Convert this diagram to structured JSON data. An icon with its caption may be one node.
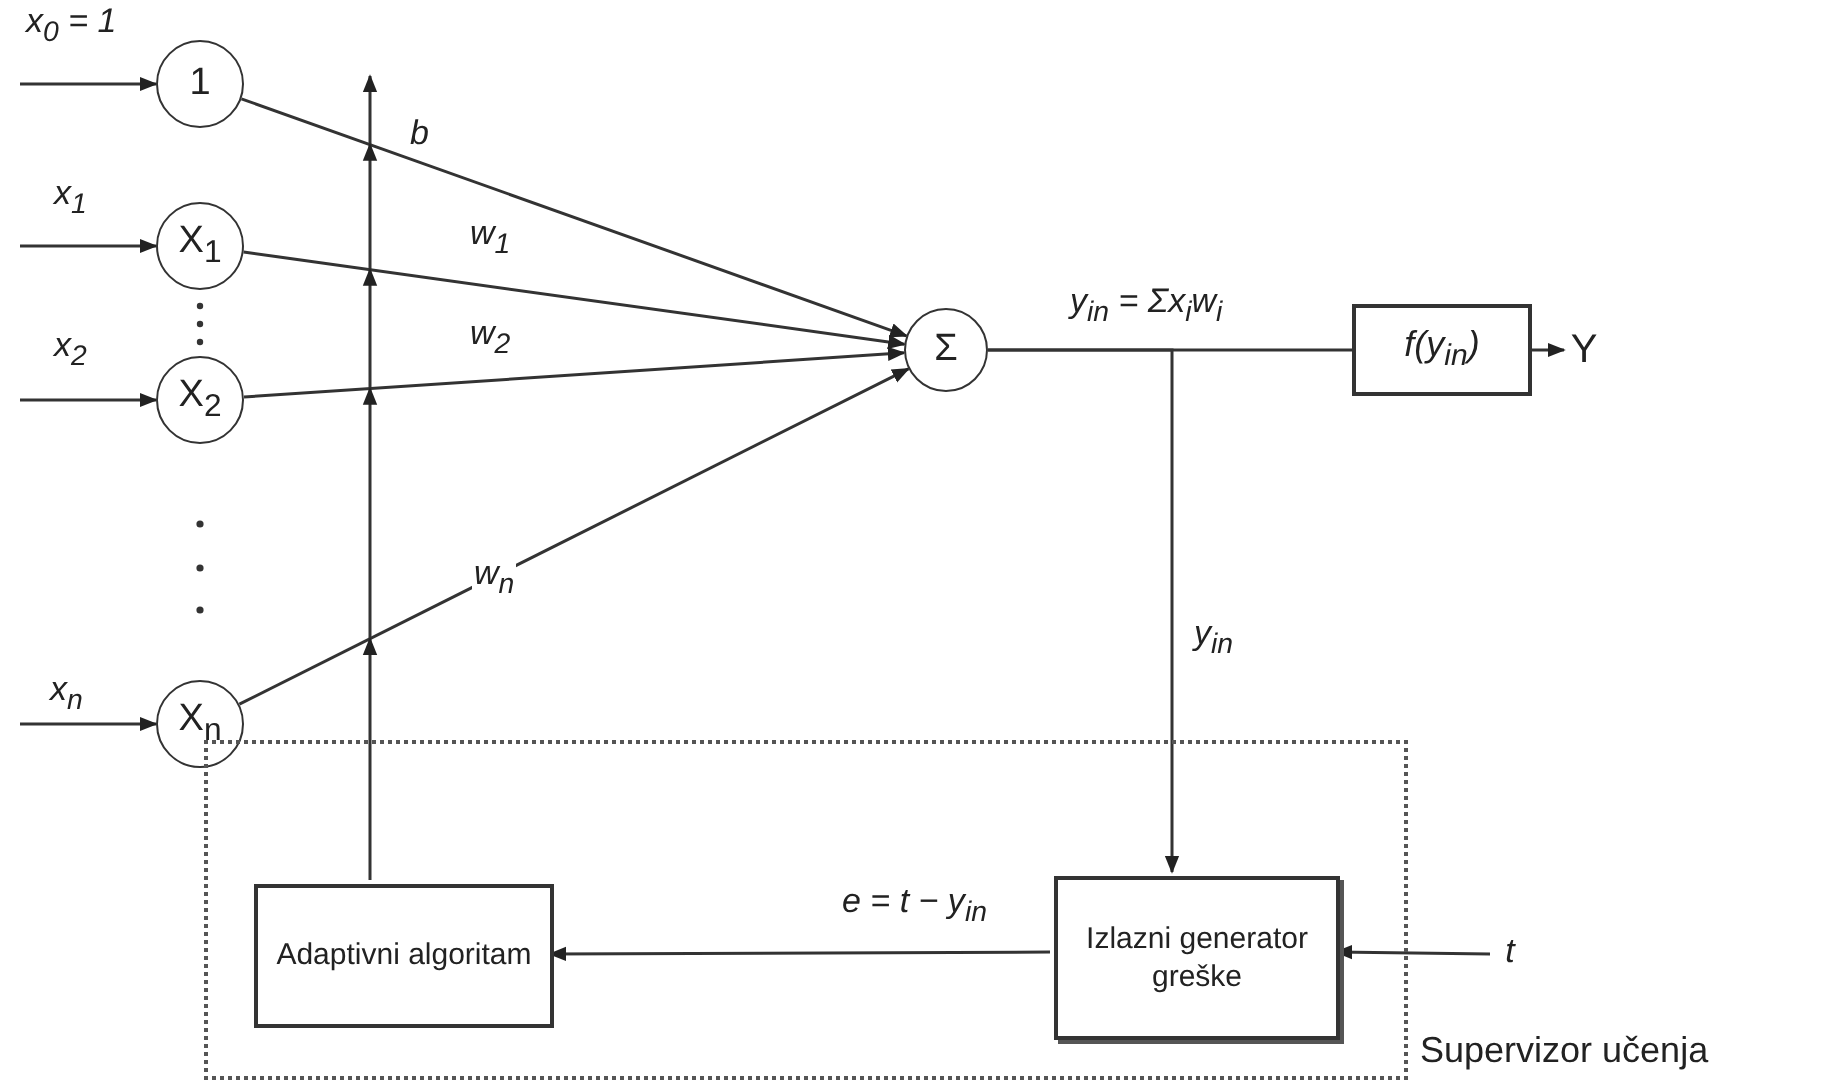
{
  "diagram": {
    "nodes": [
      {
        "text": [
          "1"
        ]
      },
      {
        "text": [
          "X$_{1}$"
        ]
      },
      {
        "text": [
          "X$_{2}$"
        ]
      },
      {
        "text": [
          "X$_{n}$"
        ]
      },
      {
        "text": [
          "Σ"
        ]
      },
      {
        "text": [
          "f(y$_{in}$)"
        ]
      },
      {
        "text": [
          "Y"
        ]
      },
      {
        "text": [
          "Supervizor učenja"
        ]
      },
      {
        "text": [
          "Adaptivni algoritam"
        ],
        "in": 7
      },
      {
        "text": [
          "Izlazni generator greške"
        ],
        "in": 7
      },
      {
        "text": [
          "t"
        ]
      }
    ],
    "edges": [
      {
        "from": null,
        "to": 0,
        "arrow": "to",
        "label": "x$_{0}$ = 1"
      },
      {
        "from": null,
        "to": 1,
        "arrow": "to",
        "label": "x$_{1}$"
      },
      {
        "from": null,
        "to": 2,
        "arrow": "to",
        "label": "x$_{2}$"
      },
      {
        "from": null,
        "to": 3,
        "arrow": "to",
        "label": "x$_{n}$"
      },
      {
        "from": 0,
        "to": 4,
        "arrow": "to",
        "label": "b"
      },
      {
        "from": 1,
        "to": 4,
        "arrow": "to",
        "label": "w$_{1}$"
      },
      {
        "from": 2,
        "to": 4,
        "arrow": "to",
        "label": "w$_{2}$"
      },
      {
        "from": 3,
        "to": 4,
        "arrow": "to",
        "label": "w$_{n}$"
      },
      {
        "from": 4,
        "to": 5,
        "arrow": "none",
        "label": "y$_{in}$ = Σx$_{i}$w$_{i}$"
      },
      {
        "from": 5,
        "to": 6,
        "arrow": "to"
      },
      {
        "from": 4,
        "to": 9,
        "arrow": "to",
        "label": "y$_{in}$"
      },
      {
        "from": 9,
        "to": 8,
        "arrow": "to",
        "label": "e = t − y$_{in}$"
      },
      {
        "from": 10,
        "to": 9,
        "arrow": "to"
      },
      {
        "from": 8,
        "to": null,
        "arrow": "to"
      }
    ]
  }
}
